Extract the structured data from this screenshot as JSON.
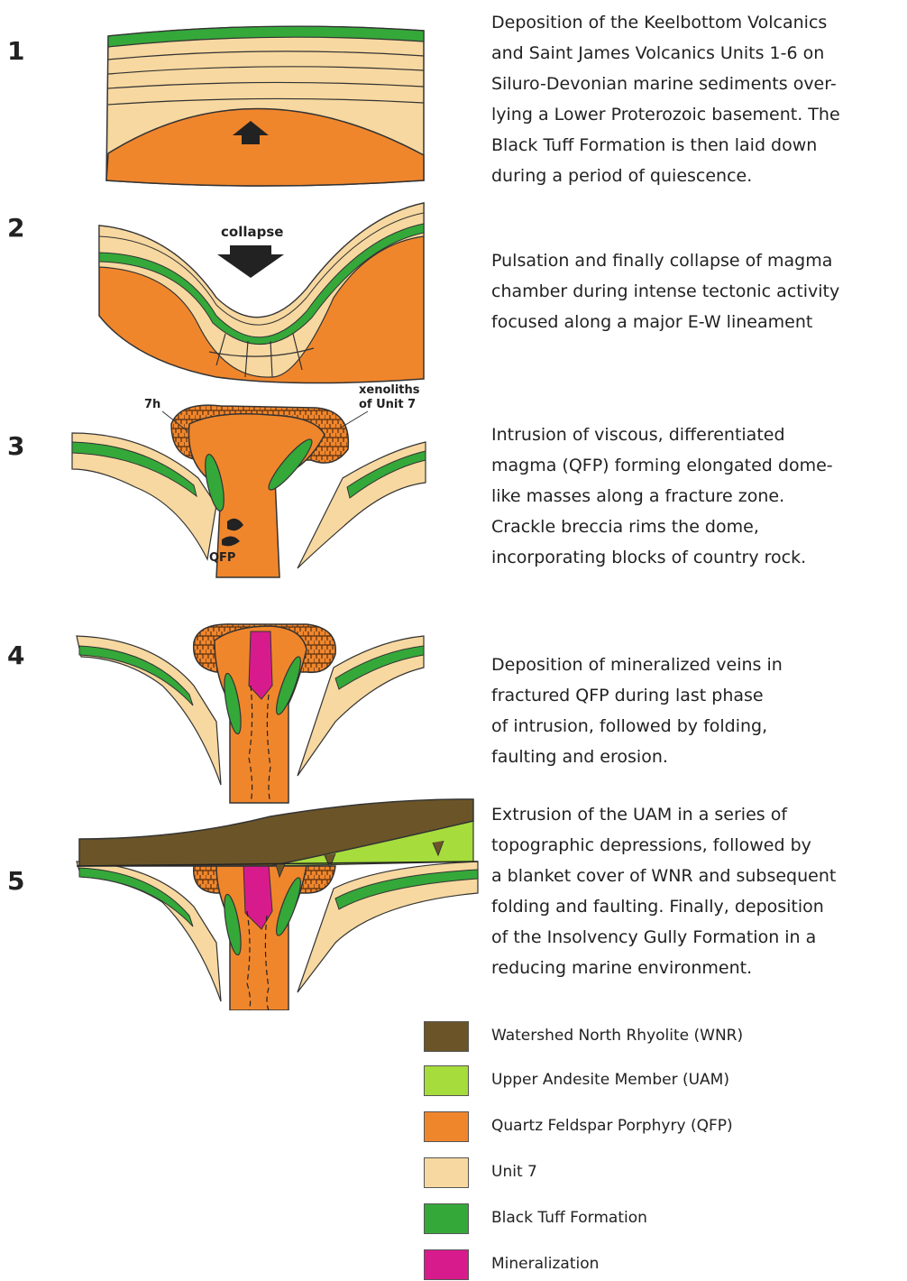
{
  "stages": [
    {
      "number": "1",
      "text": "Deposition of the Keelbottom Volcanics\nand Saint James Volcanics Units 1-6 on\nSiluro-Devonian marine sediments over-\nlying a Lower Proterozoic basement. The\nBlack Tuff Formation is then laid down\nduring a period of quiescence."
    },
    {
      "number": "2",
      "text": "Pulsation and finally collapse of magma\nchamber during intense tectonic activity\nfocused along a major E-W lineament"
    },
    {
      "number": "3",
      "text": "Intrusion of viscous, differentiated\nmagma (QFP) forming elongated dome-\nlike masses along a fracture zone.\nCrackle breccia rims the dome,\nincorporating blocks of country rock."
    },
    {
      "number": "4",
      "text": "Deposition of mineralized veins in\nfractured QFP during last phase\nof intrusion, followed by folding,\nfaulting and erosion."
    },
    {
      "number": "5",
      "text": "Extrusion of the UAM in a series of\ntopographic depressions, followed by\na blanket cover of WNR and subsequent\nfolding and faulting. Finally, deposition\nof the Insolvency Gully Formation in a\nreducing marine environment."
    }
  ],
  "diagram_labels": {
    "collapse": "collapse",
    "label_7h": "7h",
    "xenoliths_line1": "xenoliths",
    "xenoliths_line2": "of Unit 7",
    "qfp": "QFP"
  },
  "legend": [
    {
      "label": "Watershed North Rhyolite (WNR)",
      "color": "#6b5528"
    },
    {
      "label": "Upper Andesite Member (UAM)",
      "color": "#a6dc3c"
    },
    {
      "label": "Quartz Feldspar Porphyry (QFP)",
      "color": "#f0862c"
    },
    {
      "label": "Unit 7",
      "color": "#f7d8a0"
    },
    {
      "label": "Black Tuff Formation",
      "color": "#35a83a"
    },
    {
      "label": "Mineralization",
      "color": "#d81b8c"
    }
  ]
}
